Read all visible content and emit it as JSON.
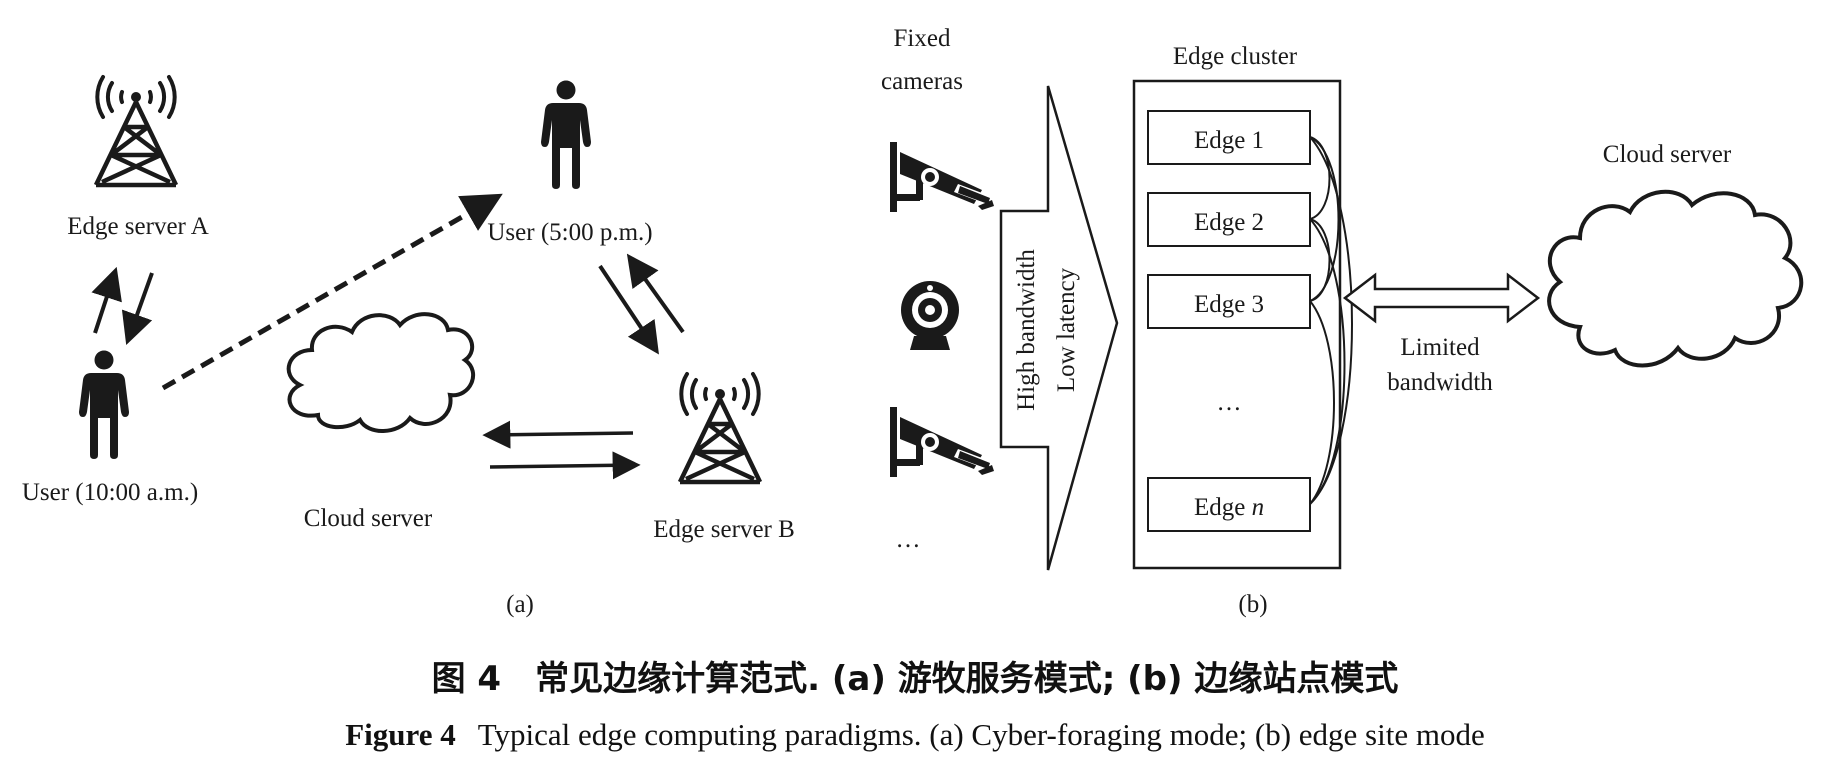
{
  "panel_a": {
    "edge_server_a": "Edge server A",
    "user_morning": "User (10:00 a.m.)",
    "user_evening": "User (5:00 p.m.)",
    "cloud_server": "Cloud server",
    "edge_server_b": "Edge server B",
    "tag": "(a)"
  },
  "panel_b": {
    "fixed_cameras": [
      "Fixed",
      "cameras"
    ],
    "camera_ellipsis": "…",
    "funnel_line1": "High bandwidth",
    "funnel_line2": "Low latency",
    "edge_cluster": "Edge cluster",
    "edges": [
      "Edge 1",
      "Edge 2",
      "Edge 3"
    ],
    "edge_ellipsis": "…",
    "edge_n_prefix": "Edge ",
    "edge_n_suffix": "n",
    "bandwidth_label": [
      "Limited",
      "bandwidth"
    ],
    "cloud_server": "Cloud server",
    "tag": "(b)"
  },
  "caption": {
    "cn": "图 4　常见边缘计算范式. (a) 游牧服务模式; (b) 边缘站点模式",
    "en_bold": "Figure 4",
    "en_text": "Typical edge computing paradigms. (a) Cyber-foraging mode; (b) edge site mode"
  }
}
